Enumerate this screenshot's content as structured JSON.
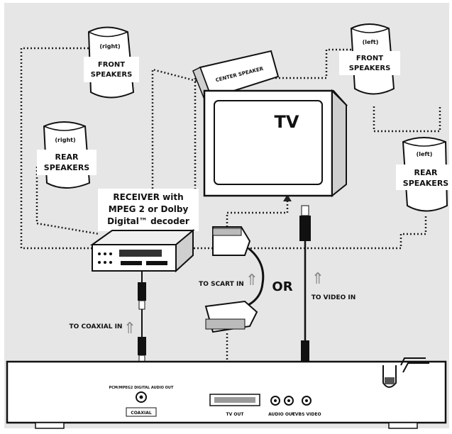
{
  "labels": {
    "front_right_tag": "(right)",
    "front_right": [
      "FRONT",
      "SPEAKERS"
    ],
    "front_left_tag": "(left)",
    "front_left": [
      "FRONT",
      "SPEAKERS"
    ],
    "center": "CENTER SPEAKER",
    "tv": "TV",
    "rear_right_tag": "(right)",
    "rear_right": [
      "REAR",
      "SPEAKERS"
    ],
    "rear_left_tag": "(left)",
    "rear_left": [
      "REAR",
      "SPEAKERS"
    ],
    "receiver": [
      "RECEIVER with",
      "MPEG 2 or Dolby",
      "Digital™ decoder"
    ],
    "to_scart_in": "TO SCART IN",
    "or": "OR",
    "to_video_in": "TO VIDEO IN",
    "to_coaxial_in": "TO COAXIAL IN",
    "coaxial_top": "PCM/MPEG2 DIGITAL AUDIO OUT",
    "coaxial": "COAXIAL",
    "tv_out": "TV OUT",
    "audio_out": "AUDIO OUT",
    "cvbs_video": "CVBS VIDEO"
  },
  "colors": {
    "background": "#e6e6e6",
    "line": "#111111",
    "speaker": "#ffffff",
    "arrow": "#8a8a8a"
  }
}
